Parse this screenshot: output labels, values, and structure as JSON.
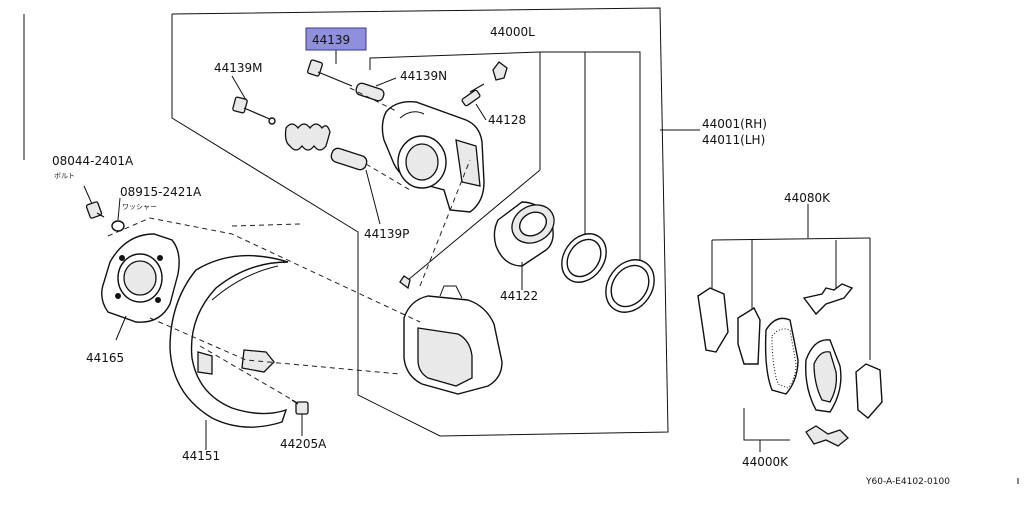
{
  "diagram": {
    "highlighted_part": "44139",
    "parts": {
      "p44139": "44139",
      "p44000L": "44000L",
      "p44139M": "44139M",
      "p44139N": "44139N",
      "p44128": "44128",
      "p44001": "44001(RH)",
      "p44011": "44011(LH)",
      "p08044": "08044-2401A",
      "p08044_jp": "ボルト",
      "p08915": "08915-2421A",
      "p08915_jp": "ワッシャー",
      "p44139P": "44139P",
      "p44080K": "44080K",
      "p44122": "44122",
      "p44165": "44165",
      "p44151": "44151",
      "p44205A": "44205A",
      "p44000K": "44000K"
    },
    "reference_code": "Y60-A-E4102-0100"
  },
  "colors": {
    "highlight_fill": "#8f8fdc",
    "line": "#111111",
    "background": "#ffffff"
  }
}
